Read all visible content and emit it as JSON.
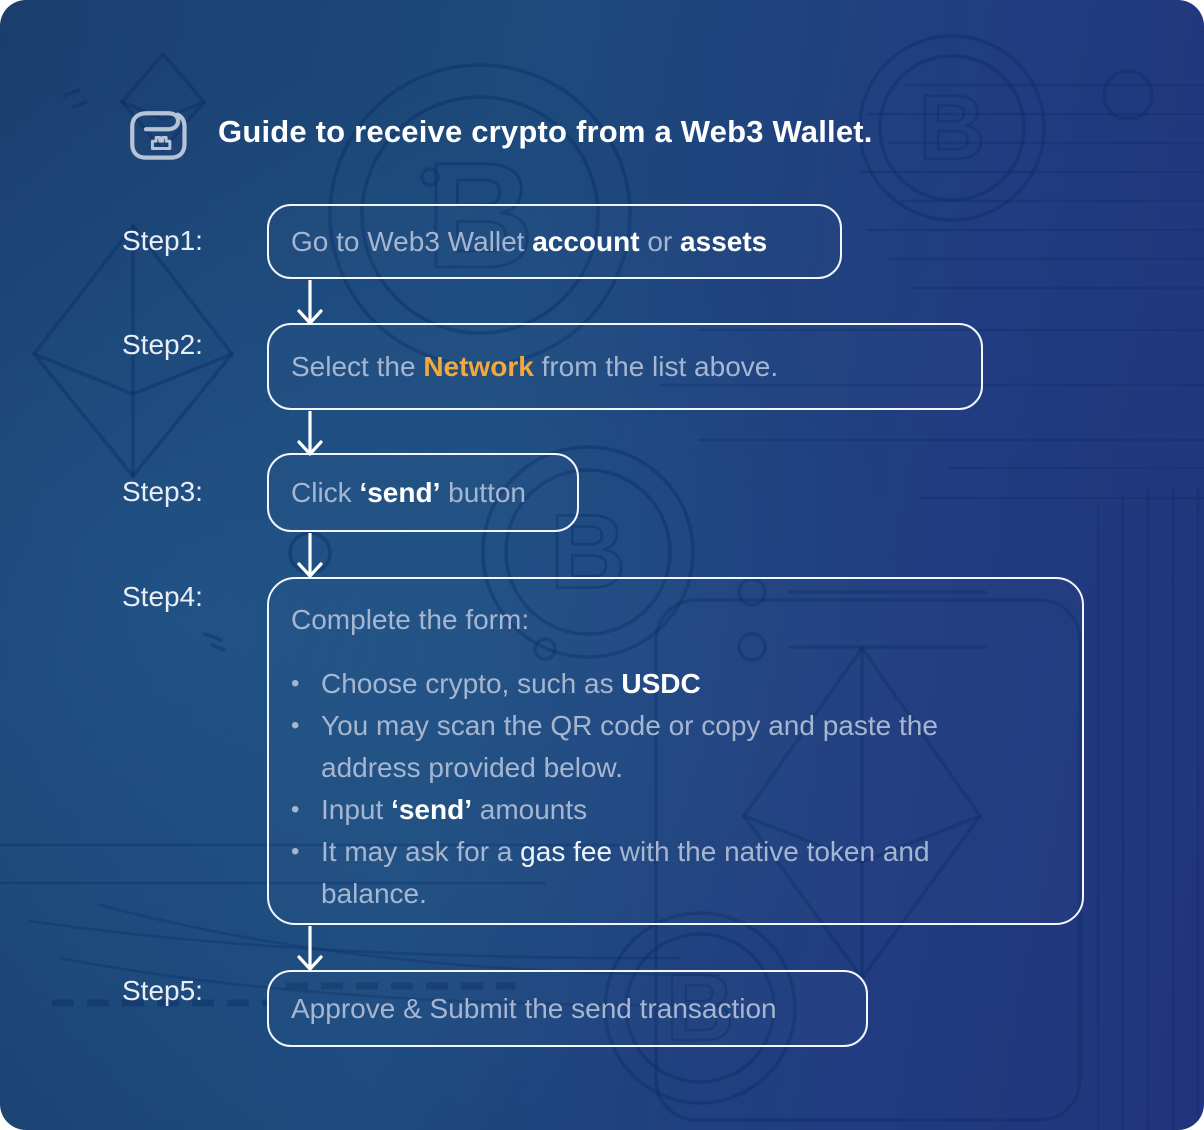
{
  "title": {
    "text": "Guide to receive crypto from a Web3 Wallet.",
    "icon": "wallet-icon"
  },
  "colors": {
    "background_left": "#1d4a7c",
    "background_right": "#22347c",
    "accent_orange": "#F3A83B",
    "box_border": "#f3f6fb",
    "muted_text": "#a6b6d0",
    "bright_text": "#ffffff"
  },
  "steps": [
    {
      "label": "Step1:",
      "box": {
        "segments": [
          {
            "text": "Go to Web3 Wallet ",
            "style": "muted"
          },
          {
            "text": "account",
            "style": "bold"
          },
          {
            "text": " or ",
            "style": "muted"
          },
          {
            "text": "assets",
            "style": "bold"
          }
        ]
      }
    },
    {
      "label": "Step2:",
      "box": {
        "segments": [
          {
            "text": "Select the ",
            "style": "muted"
          },
          {
            "text": "Network",
            "style": "accent"
          },
          {
            "text": " from the list above.",
            "style": "muted"
          }
        ]
      }
    },
    {
      "label": "Step3:",
      "box": {
        "segments": [
          {
            "text": "Click ",
            "style": "muted"
          },
          {
            "text": "‘send’",
            "style": "bold"
          },
          {
            "text": " button",
            "style": "muted"
          }
        ]
      }
    },
    {
      "label": "Step4:",
      "box": {
        "heading_segments": [
          {
            "text": "Complete the form:",
            "style": "muted"
          }
        ],
        "bullets": [
          {
            "segments": [
              {
                "text": "Choose crypto, such as ",
                "style": "muted"
              },
              {
                "text": "USDC",
                "style": "bold"
              }
            ]
          },
          {
            "segments": [
              {
                "text": "You may scan the QR code or copy and paste the address provided below.",
                "style": "muted"
              }
            ]
          },
          {
            "segments": [
              {
                "text": "Input ",
                "style": "muted"
              },
              {
                "text": "‘send’",
                "style": "bold"
              },
              {
                "text": " amounts",
                "style": "muted"
              }
            ]
          },
          {
            "segments": [
              {
                "text": "It may ask for a ",
                "style": "muted"
              },
              {
                "text": "gas fee",
                "style": "bright"
              },
              {
                "text": " with the native token and balance.",
                "style": "muted"
              }
            ]
          }
        ]
      }
    },
    {
      "label": "Step5:",
      "box": {
        "segments": [
          {
            "text": "Approve & Submit the send transaction",
            "style": "muted"
          }
        ]
      }
    }
  ],
  "bullet_marker": "•"
}
